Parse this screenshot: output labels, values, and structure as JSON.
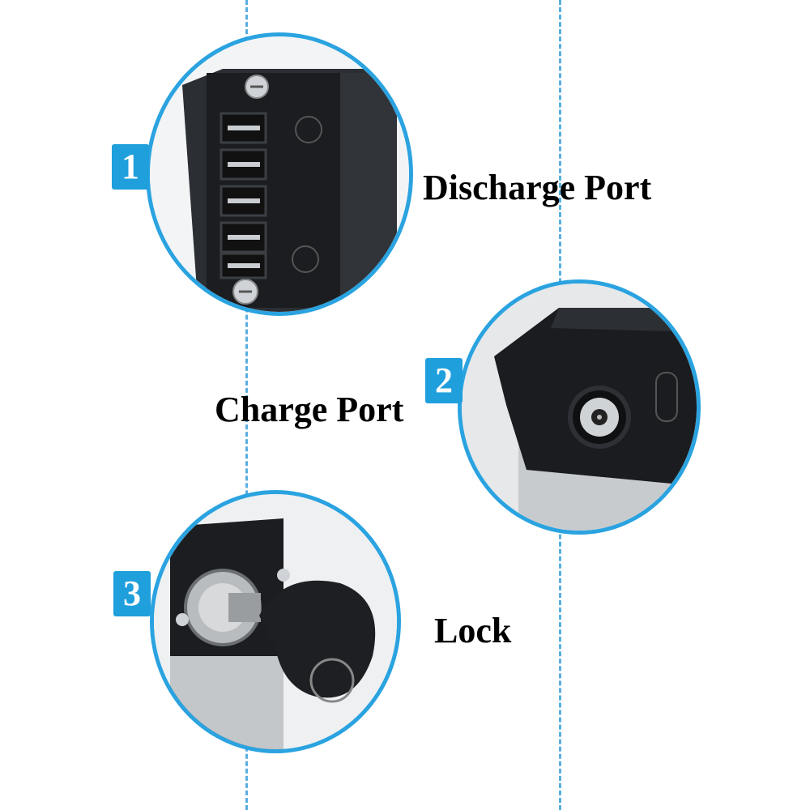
{
  "items": [
    {
      "number": "1",
      "label": "Discharge Port",
      "icon": "discharge-port-connector"
    },
    {
      "number": "2",
      "label": "Charge Port",
      "icon": "dc-charge-jack"
    },
    {
      "number": "3",
      "label": "Lock",
      "icon": "battery-lock-with-key"
    }
  ],
  "colors": {
    "accent": "#1f9fdc",
    "circle_border": "#2aa3e0",
    "dashed_line": "#5aaee0",
    "text": "#000000"
  }
}
